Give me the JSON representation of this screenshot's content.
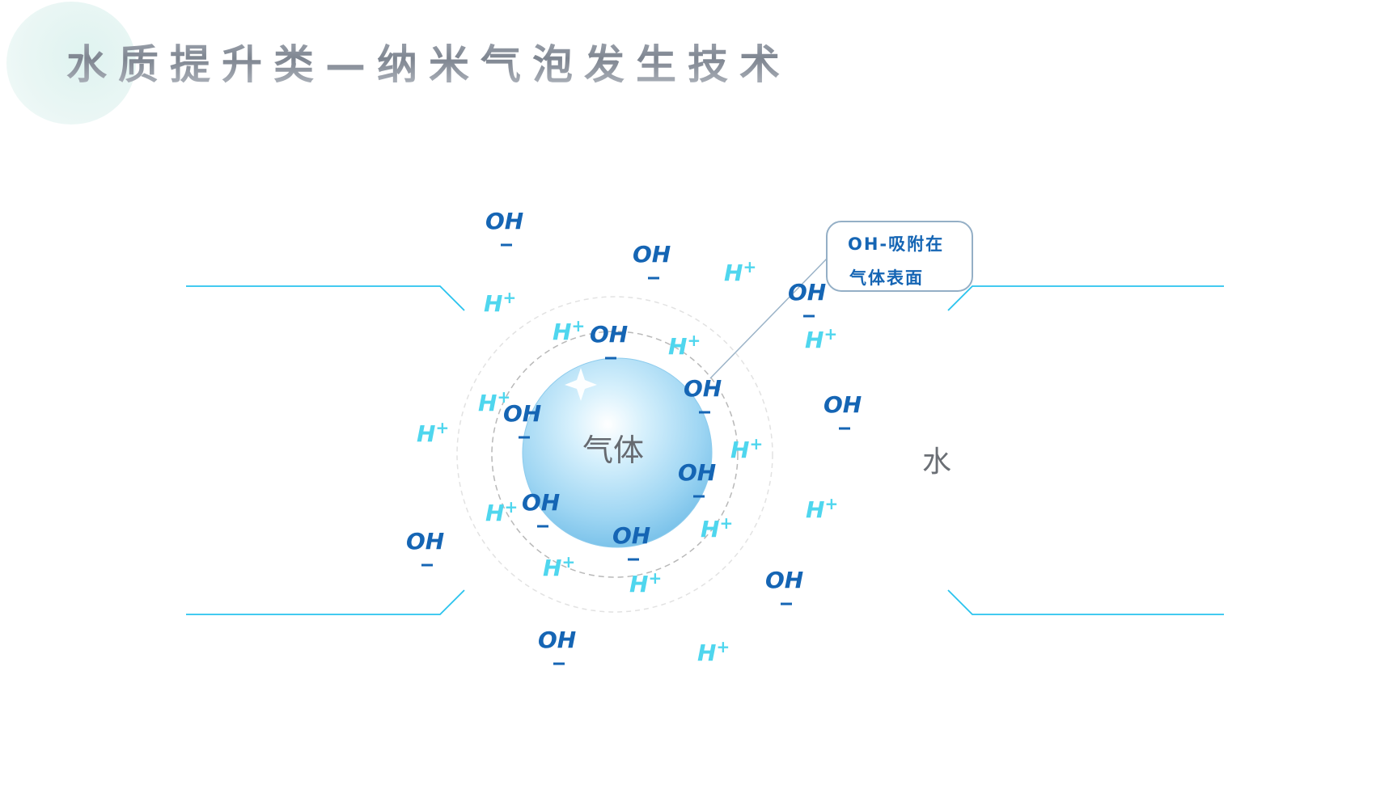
{
  "title": "水质提升类—纳米气泡发生技术",
  "diagram": {
    "gas_label": "气体",
    "water_label": "水",
    "callout": {
      "line1": "OH-吸附在",
      "line2": "气体表面"
    },
    "oh_text": "OH",
    "h_text": "H",
    "h_superscript": "+"
  }
}
